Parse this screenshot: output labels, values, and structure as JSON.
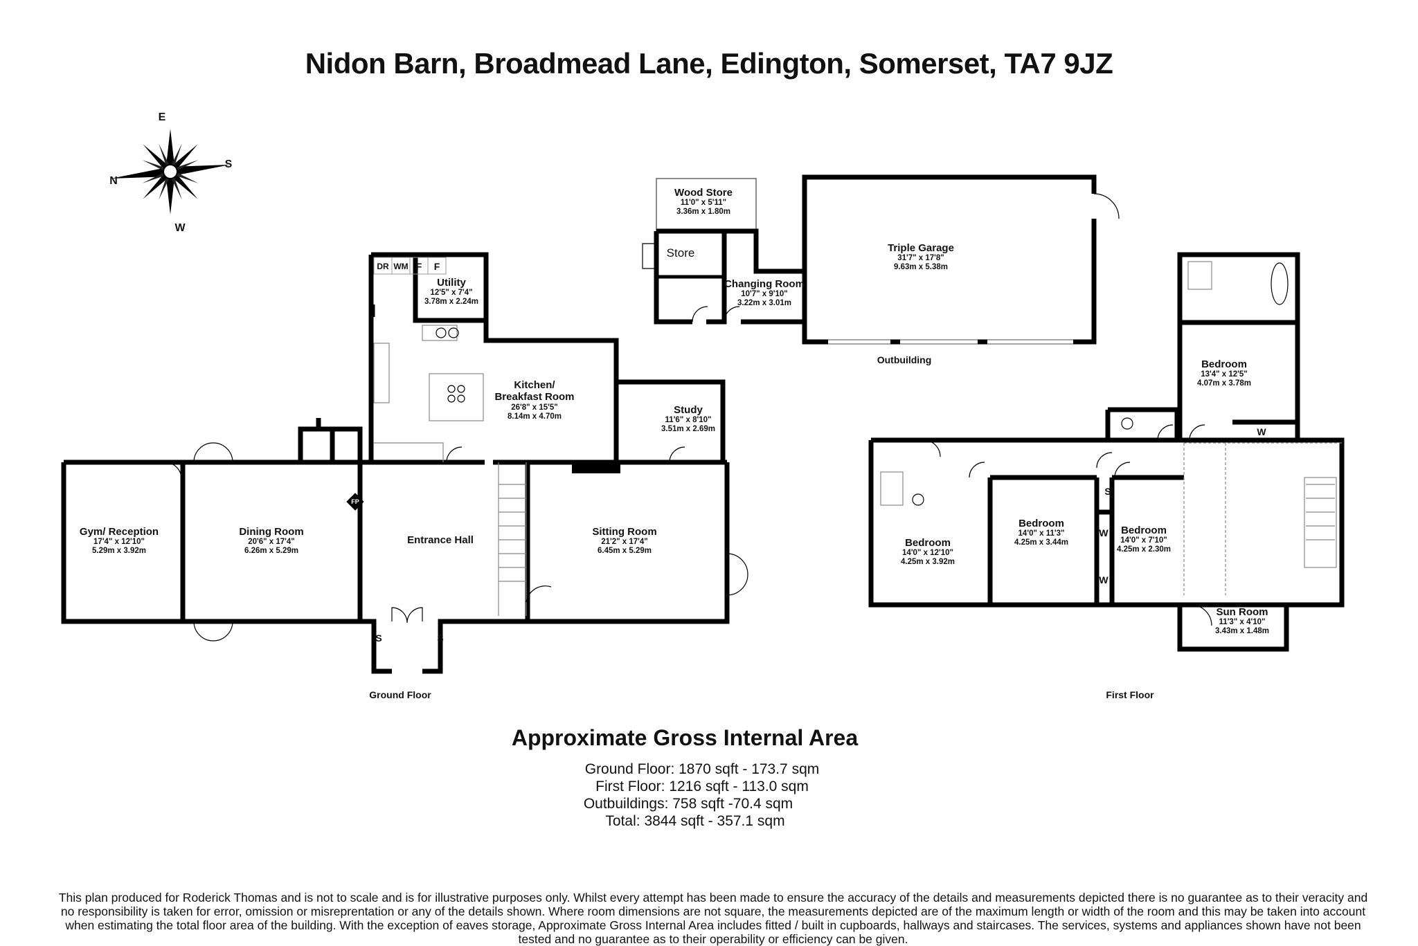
{
  "title": "Nidon Barn, Broadmead Lane, Edington, Somerset, TA7 9JZ",
  "compass": {
    "top": "E",
    "right": "S",
    "left": "N",
    "bottom": "W"
  },
  "floors": {
    "ground": "Ground Floor",
    "first": "First Floor",
    "outbuilding": "Outbuilding"
  },
  "rooms": {
    "wood_store": {
      "name": "Wood Store",
      "imperial": "11'0\" x 5'11\"",
      "metric": "3.36m x 1.80m"
    },
    "store": {
      "name": "Store"
    },
    "changing_room": {
      "name": "Changing Room",
      "imperial": "10'7\" x 9'10\"",
      "metric": "3.22m x 3.01m"
    },
    "triple_garage": {
      "name": "Triple Garage",
      "imperial": "31'7\" x 17'8\"",
      "metric": "9.63m x 5.38m"
    },
    "utility": {
      "name": "Utility",
      "imperial": "12'5\" x 7'4\"",
      "metric": "3.78m x 2.24m"
    },
    "kitchen": {
      "name": "Kitchen/",
      "name2": "Breakfast Room",
      "imperial": "26'8\" x 15'5\"",
      "metric": "8.14m x 4.70m"
    },
    "study": {
      "name": "Study",
      "imperial": "11'6\" x 8'10\"",
      "metric": "3.51m x 2.69m"
    },
    "gym": {
      "name": "Gym/ Reception",
      "imperial": "17'4\" x 12'10\"",
      "metric": "5.29m x 3.92m"
    },
    "dining": {
      "name": "Dining Room",
      "imperial": "20'6\" x 17'4\"",
      "metric": "6.26m x 5.29m"
    },
    "entrance_hall": {
      "name": "Entrance Hall"
    },
    "sitting": {
      "name": "Sitting Room",
      "imperial": "21'2\" x 17'4\"",
      "metric": "6.45m x 5.29m"
    },
    "bedroom_main": {
      "name": "Bedroom",
      "imperial": "13'4\" x 12'5\"",
      "metric": "4.07m x 3.78m"
    },
    "bedroom_1": {
      "name": "Bedroom",
      "imperial": "14'0\" x 12'10\"",
      "metric": "4.25m x 3.92m"
    },
    "bedroom_2": {
      "name": "Bedroom",
      "imperial": "14'0\" x 11'3\"",
      "metric": "4.25m x 3.44m"
    },
    "bedroom_3": {
      "name": "Bedroom",
      "imperial": "14'0\" x 7'10\"",
      "metric": "4.25m x 2.30m"
    },
    "sun_room": {
      "name": "Sun Room",
      "imperial": "11'3\" x 4'10\"",
      "metric": "3.43m x 1.48m"
    }
  },
  "fixtures": {
    "dr": "DR",
    "wm": "WM",
    "f1": "F",
    "f2": "F",
    "fp": "FP",
    "s": "S",
    "w": "W"
  },
  "area": {
    "heading": "Approximate Gross Internal Area",
    "ground": "Ground Floor: 1870 sqft - 173.7 sqm",
    "first": "First Floor: 1216 sqft - 113.0 sqm",
    "outbuildings": "Outbuildings: 758 sqft -70.4 sqm",
    "total": "Total: 3844 sqft - 357.1 sqm"
  },
  "disclaimer": "This plan produced for Roderick Thomas and is not to scale and is for illustrative purposes only.  Whilst every attempt has been made to ensure the accuracy of the details and measurements depicted there is no guarantee as to their veracity and no responsibility is taken for error, omission or misreprentation or any of the details shown.  Where room dimensions are not square, the measurements depicted are of the maximum length or width of the room and this may be taken into account when estimating the total floor area of the building.  With the exception of eaves storage, Approximate Gross Internal Area includes fitted / built in cupboards, hallways and staircases.  The services, systems and appliances shown have not been tested and no guarantee as to their operability or efficiency can be given."
}
